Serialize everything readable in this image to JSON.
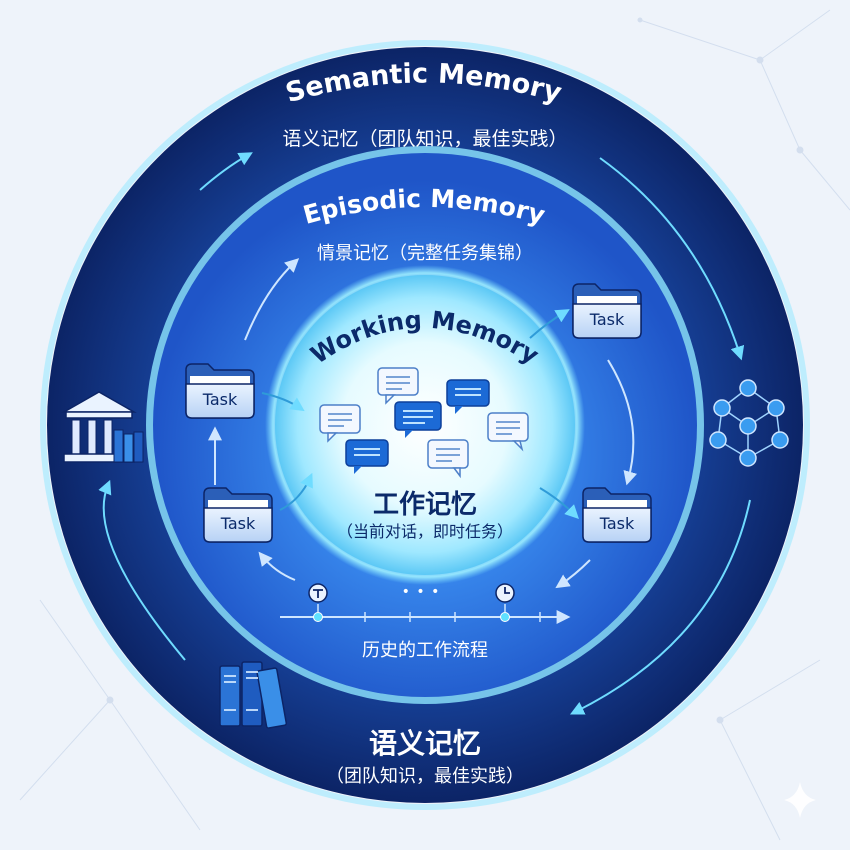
{
  "semantic": {
    "title": "Semantic Memory",
    "subtitle": "语义记忆（团队知识，最佳实践）",
    "bottom_title": "语义记忆",
    "bottom_subtitle": "（团队知识，最佳实践）"
  },
  "episodic": {
    "title": "Episodic Memory",
    "subtitle": "情景记忆（完整任务集锦）"
  },
  "working": {
    "title": "Working Memory",
    "cn_title": "工作记忆",
    "cn_subtitle": "（当前对话，即时任务）"
  },
  "tasks": [
    "Task",
    "Task",
    "Task",
    "Task"
  ],
  "timeline": {
    "label": "历史的工作流程",
    "dots": "• • •"
  },
  "icons": [
    "library-icon",
    "books-icon",
    "network-graph-icon",
    "chat-bubble-icon",
    "folder-icon",
    "clock-icon",
    "sparkle-icon"
  ],
  "colors": {
    "outer_ring": "#0f2f7a",
    "middle_ring": "#2a6fe0",
    "inner_glow": "#e8fbff",
    "accent_cyan": "#5fd6ff",
    "text_dark": "#0b2a6a",
    "text_light": "#ffffff"
  }
}
